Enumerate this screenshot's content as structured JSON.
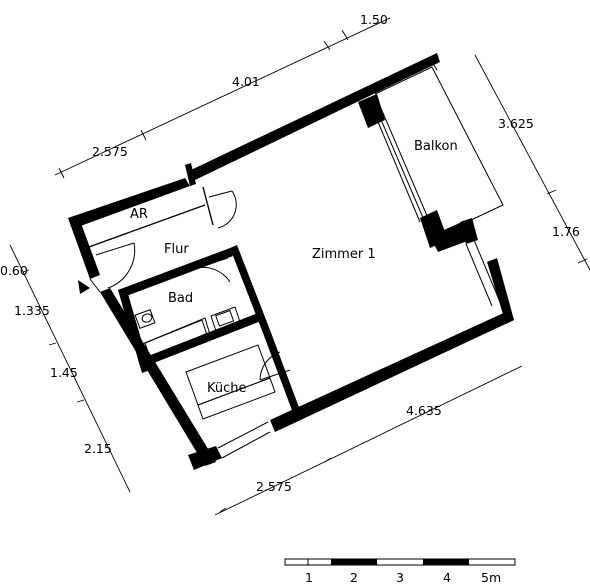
{
  "rooms": {
    "ar": "AR",
    "flur": "Flur",
    "bad": "Bad",
    "kueche": "Küche",
    "zimmer": "Zimmer 1",
    "balkon": "Balkon"
  },
  "dimensions": {
    "top_1": "1.50",
    "top_2": "4.01",
    "top_3": "2.575",
    "right_1": "3.625",
    "right_2": "1.76",
    "left_1": "0.60",
    "left_2": "1.335",
    "left_3": "1.45",
    "left_4": "2.15",
    "bottom_1": "4.635",
    "bottom_2": "2.575"
  },
  "scale_bar": {
    "labels": [
      "1",
      "2",
      "3",
      "4",
      "5m"
    ]
  }
}
